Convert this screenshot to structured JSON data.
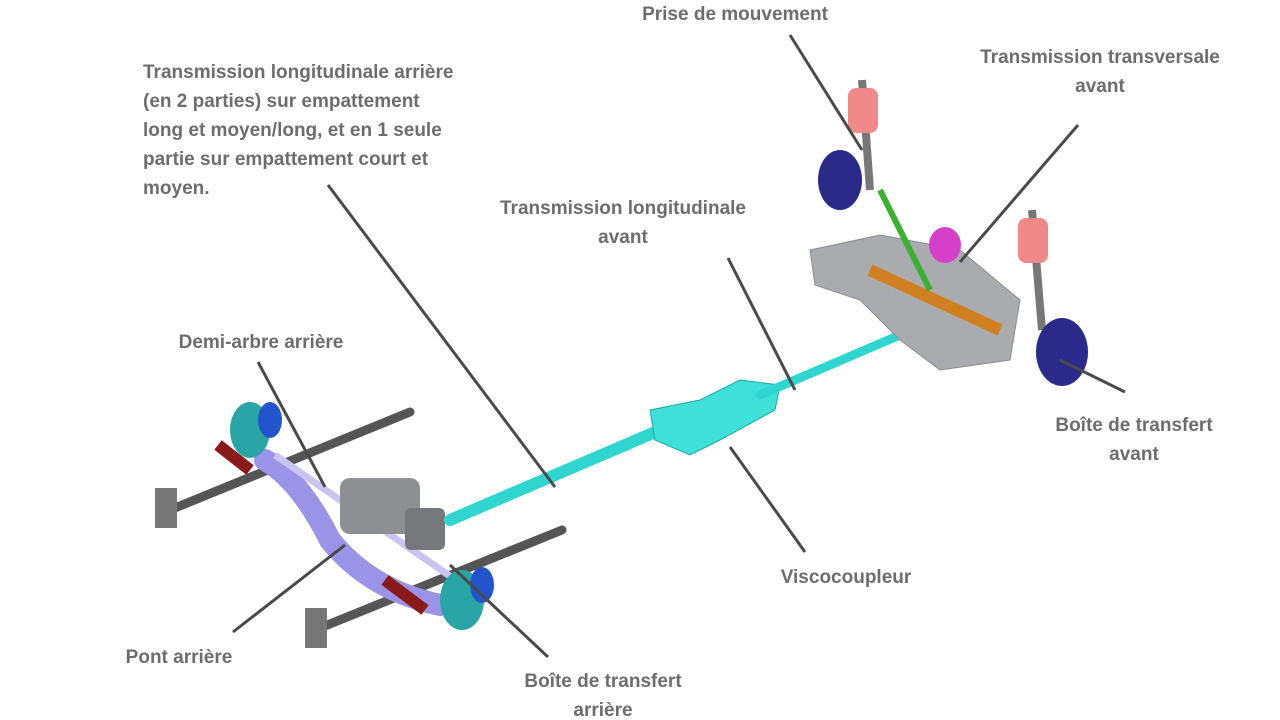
{
  "labels": {
    "prise_mouvement": "Prise de mouvement",
    "transmission_transversale_avant": "Transmission transversale\navant",
    "transmission_longitudinale_arriere": "Transmission longitudinale arrière\n(en 2 parties) sur empattement\nlong et moyen/long, et en 1 seule\npartie sur empattement court et\nmoyen.",
    "transmission_longitudinale_avant": "Transmission longitudinale\navant",
    "demi_arbre_arriere": "Demi-arbre arrière",
    "boite_transfert_avant": "Boîte de transfert\navant",
    "viscocoupleur": "Viscocoupleur",
    "pont_arriere": "Pont arrière",
    "boite_transfert_arriere": "Boîte de transfert\narrière"
  },
  "colors": {
    "label": "#6d6d6d",
    "leader": "#4a4a4a",
    "shaft": "#2fd6d0",
    "axle": "#9a93e8",
    "subframe": "#a9abae",
    "spring": "#f08a8a",
    "hub": "#2a2a8a"
  }
}
